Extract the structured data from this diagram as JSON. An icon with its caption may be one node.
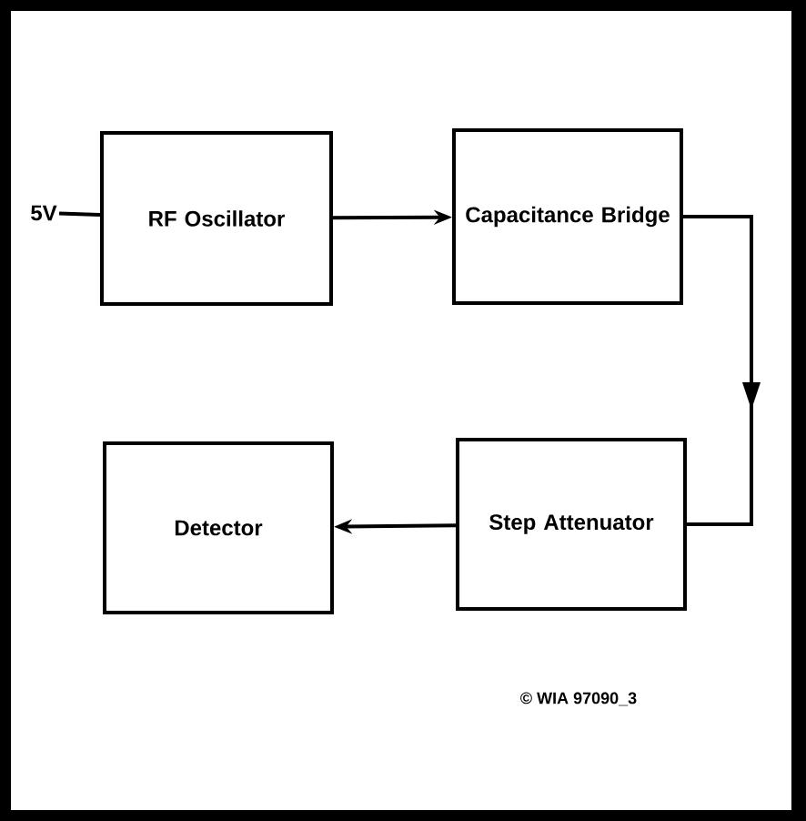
{
  "diagram": {
    "nodes": [
      {
        "text": [
          "5V"
        ]
      },
      {
        "text": [
          "RF Oscillator"
        ]
      },
      {
        "text": [
          "Capacitance Bridge"
        ]
      },
      {
        "text": [
          "Step Attenuator"
        ]
      },
      {
        "text": [
          "Detector"
        ]
      }
    ],
    "edges": [
      {
        "from": 0,
        "to": 1,
        "arrow": "none"
      },
      {
        "from": 1,
        "to": 2,
        "arrow": "to"
      },
      {
        "from": 2,
        "to": 3,
        "arrow": "to"
      },
      {
        "from": 3,
        "to": 4,
        "arrow": "to"
      }
    ],
    "labels": [
      "© WIA 97090_3"
    ]
  }
}
